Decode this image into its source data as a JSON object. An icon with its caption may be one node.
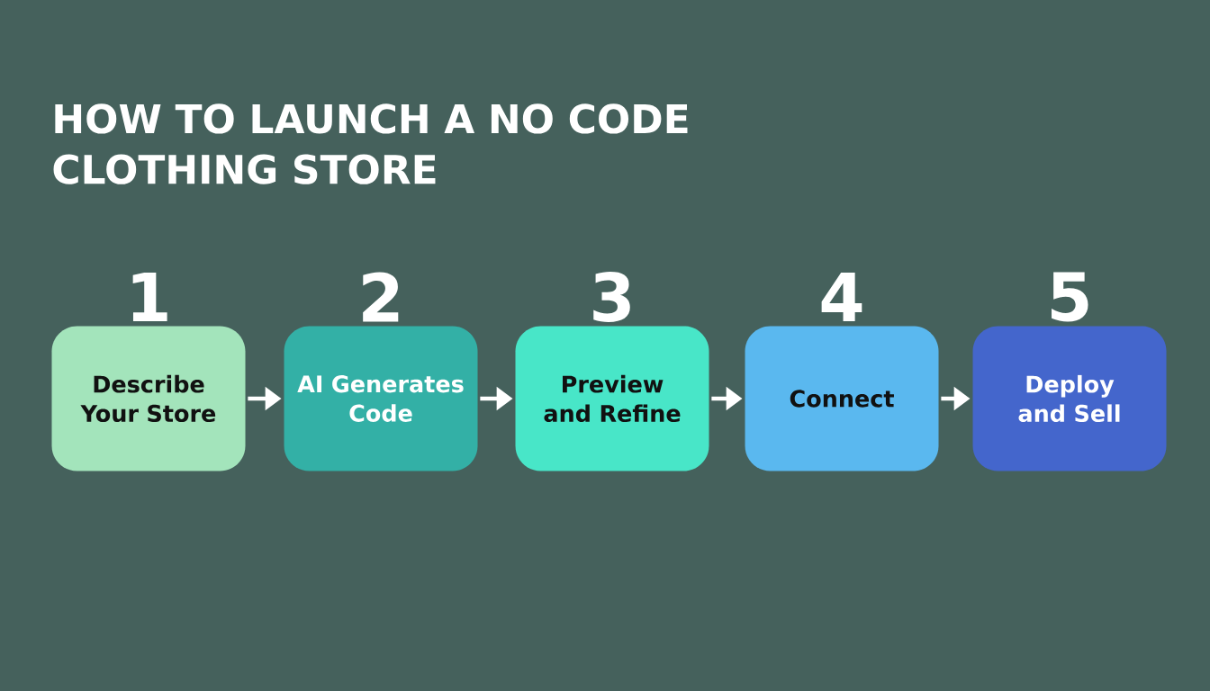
{
  "diagram": {
    "title": "HOW TO LAUNCH A NO CODE CLOTHING STORE",
    "nodes": [
      {
        "text": [
          "Describe Your Store"
        ],
        "beside": [
          "1"
        ]
      },
      {
        "text": [
          "AI Generates Code"
        ],
        "beside": [
          "2"
        ]
      },
      {
        "text": [
          "Preview and Refine"
        ],
        "beside": [
          "3"
        ]
      },
      {
        "text": [
          "Connect"
        ],
        "beside": [
          "4"
        ]
      },
      {
        "text": [
          "Deploy and Sell"
        ],
        "beside": [
          "5"
        ]
      }
    ],
    "edges": [
      {
        "from": 0,
        "to": 1,
        "arrow": "to"
      },
      {
        "from": 1,
        "to": 2,
        "arrow": "to"
      },
      {
        "from": 2,
        "to": 3,
        "arrow": "to"
      },
      {
        "from": 3,
        "to": 4,
        "arrow": "to"
      }
    ]
  }
}
